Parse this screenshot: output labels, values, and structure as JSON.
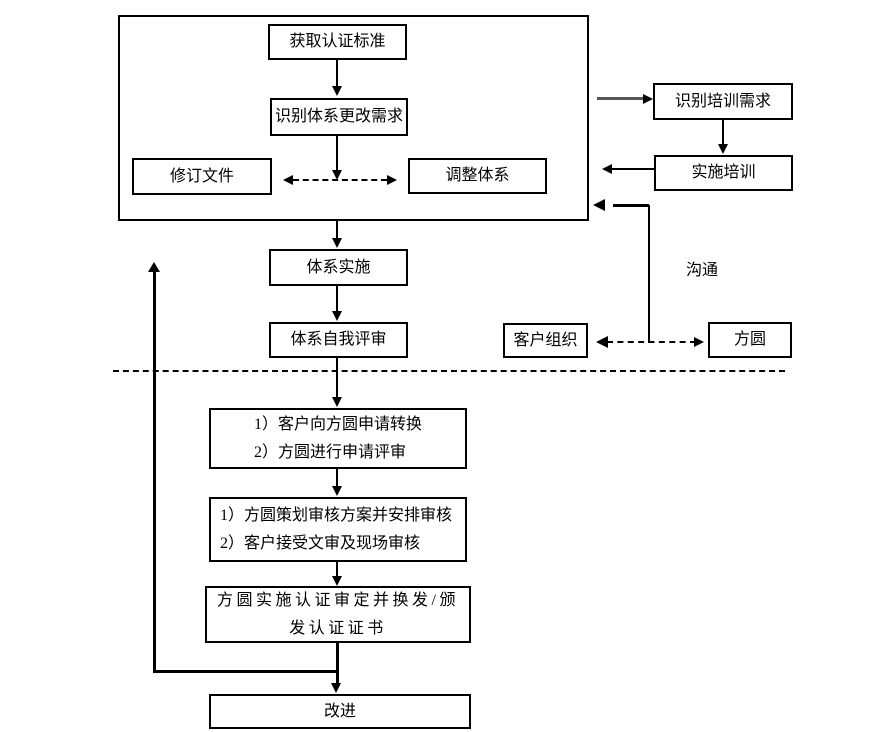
{
  "diagram": {
    "nodes": {
      "obtain_standard": "获取认证标准",
      "identify_change_needs": "识别体系更改需求",
      "revise_documents": "修订文件",
      "adjust_system": "调整体系",
      "identify_training_needs": "识别培训需求",
      "implement_training": "实施培训",
      "system_implementation": "体系实施",
      "system_self_review": "体系自我评审",
      "customer_organization": "客户组织",
      "fangyuan": "方圆",
      "apply_step1": "1）客户向方圆申请转换",
      "apply_step2": "2）方圆进行申请评审",
      "audit_step1": "1）方圆策划审核方案并安排审核",
      "audit_step2": "2）客户接受文审及现场审核",
      "certification_line1": "方圆实施认证审定并换发/颁",
      "certification_line2": "发认证证书",
      "improvement": "改进"
    },
    "labels": {
      "communication": "沟通"
    },
    "colors": {
      "line": "#000000",
      "background": "#ffffff",
      "gray_arrow": "#555555"
    }
  }
}
